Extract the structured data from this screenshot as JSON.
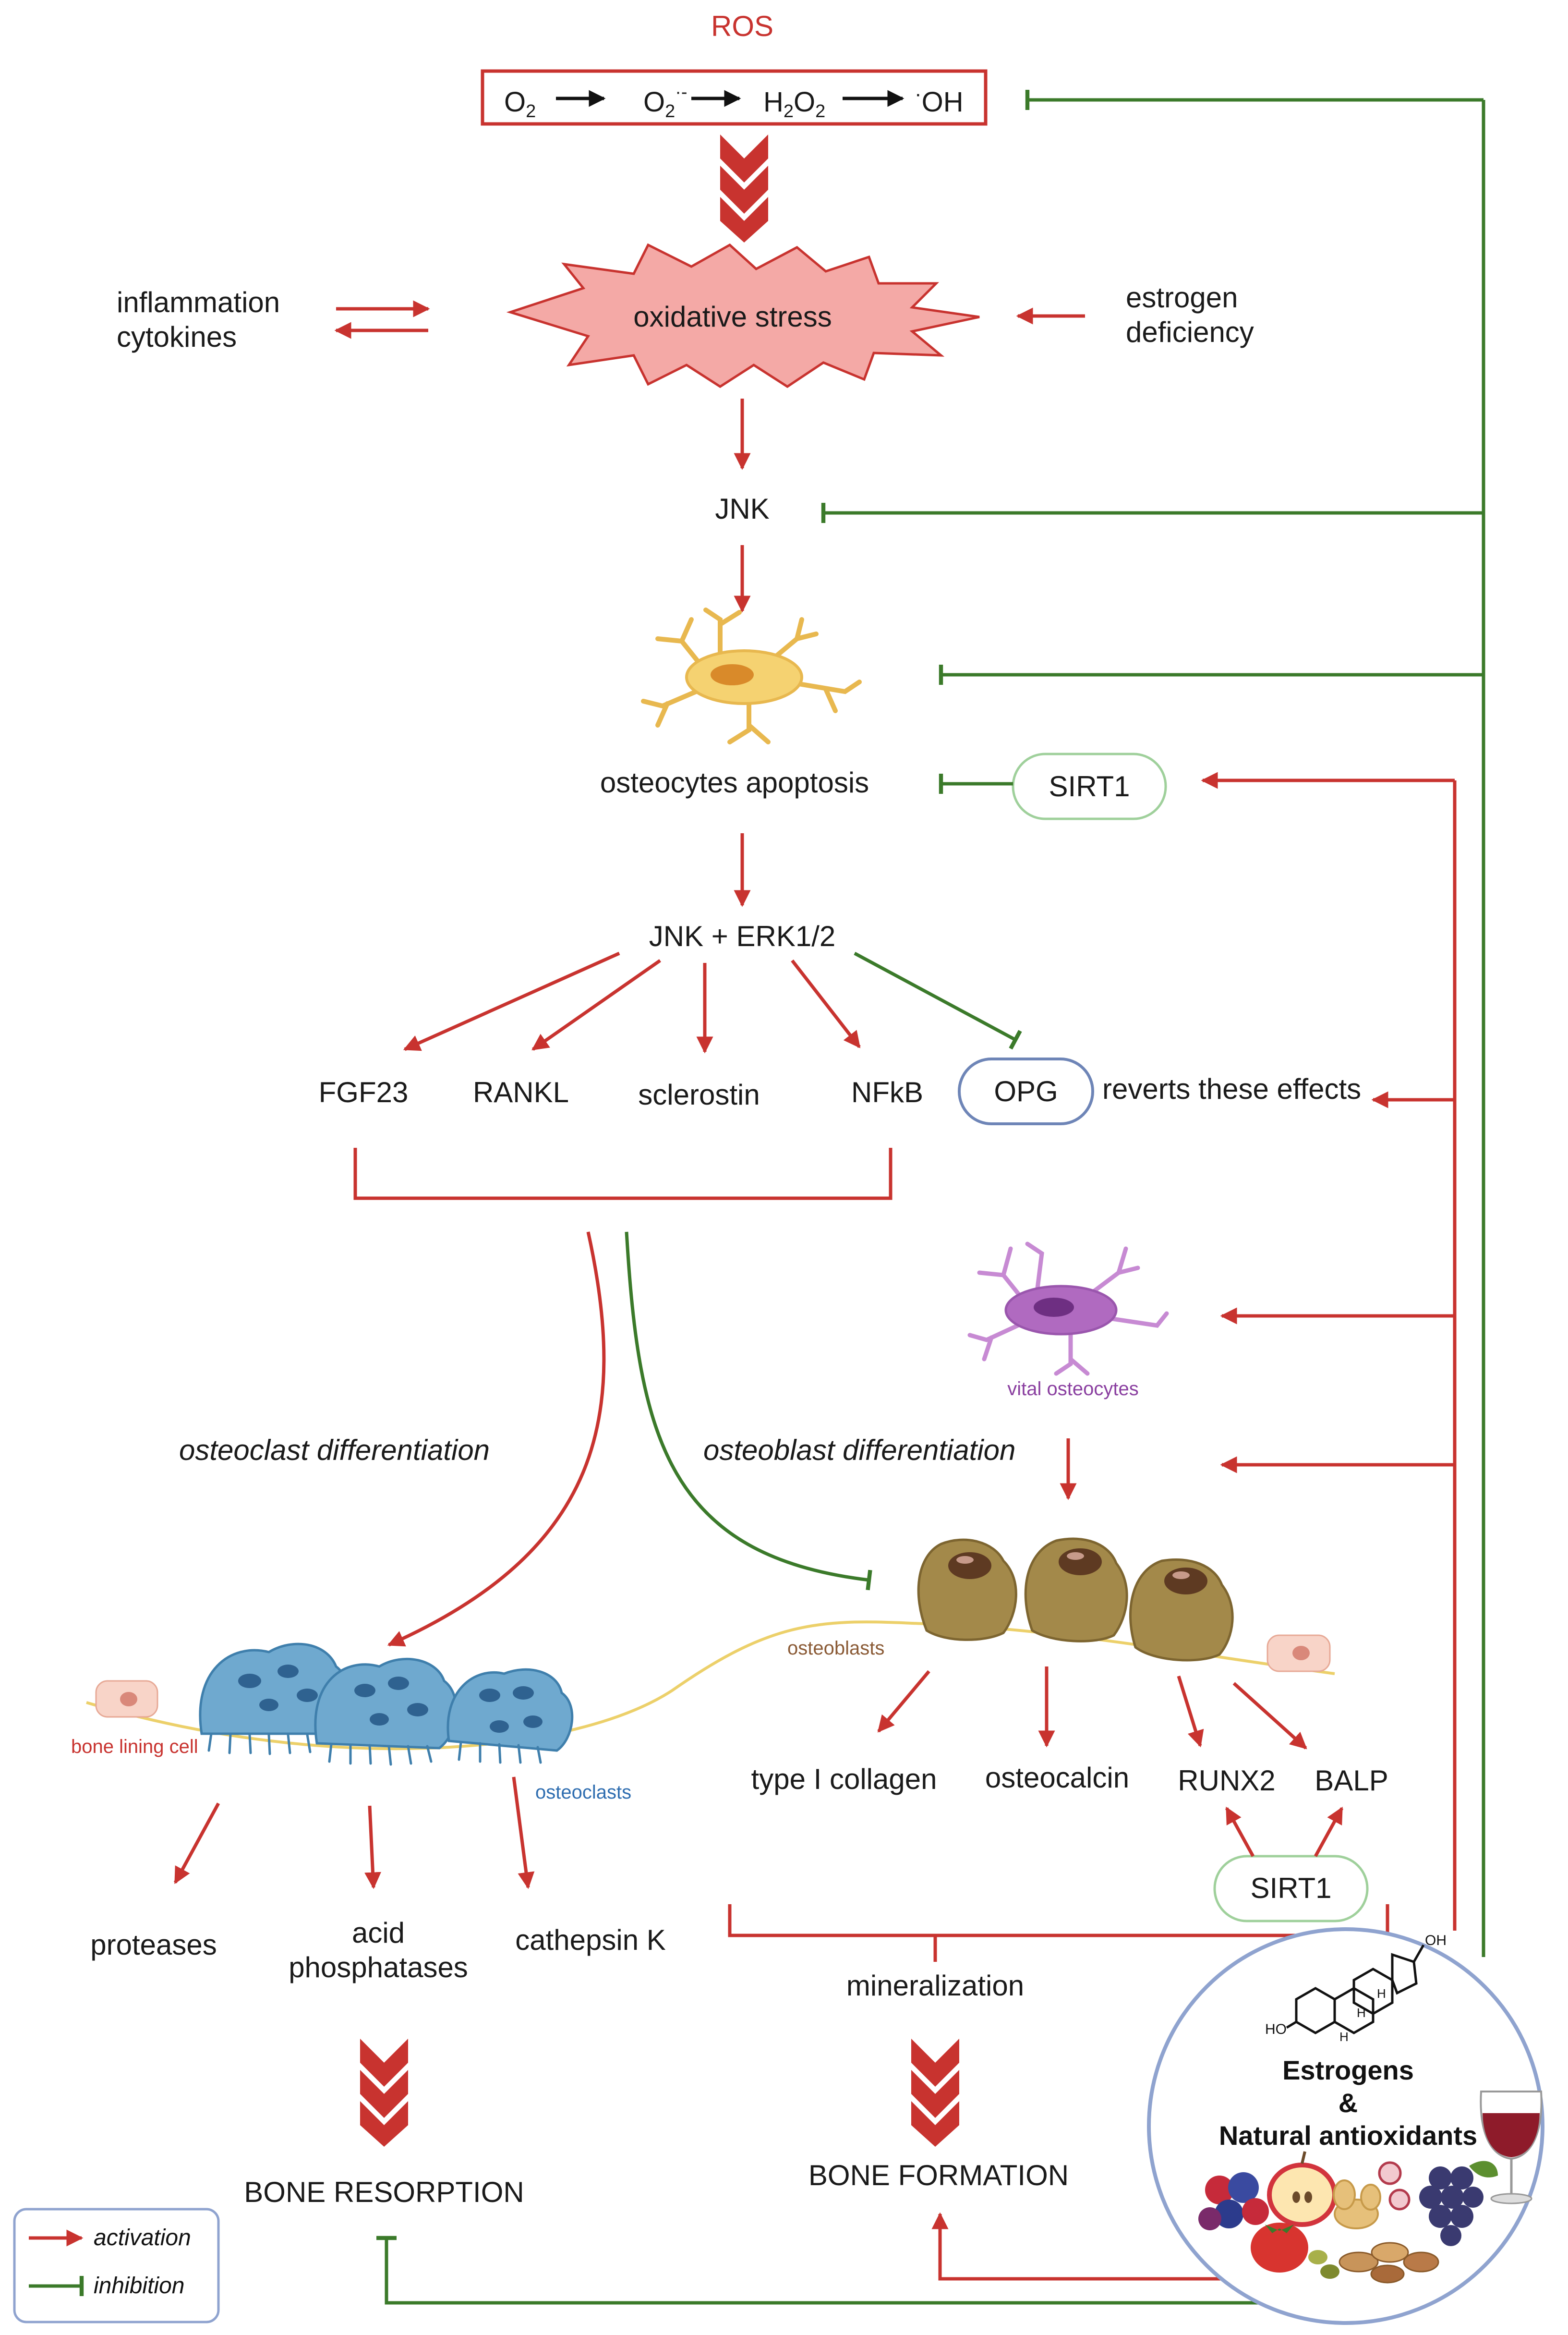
{
  "ros": {
    "title": "ROS",
    "chain": {
      "o2": "O",
      "o2_sub": "2",
      "superoxide": "O",
      "superoxide_sub": "2",
      "superoxide_sup": "·-",
      "h2o2_h": "H",
      "h2o2_sub1": "2",
      "h2o2_o": "O",
      "h2o2_sub2": "2",
      "hydroxyl": "OH",
      "hydroxyl_dot": "·"
    }
  },
  "stress": {
    "label": "oxidative stress",
    "inflammation": [
      "inflammation",
      "cytokines"
    ],
    "estrogen": [
      "estrogen",
      "deficiency"
    ]
  },
  "nodes": {
    "jnk": "JNK",
    "osteocytes_apoptosis": "osteocytes apoptosis",
    "sirt1_top": "SIRT1",
    "jnk_erk": "JNK + ERK1/2",
    "fgf23": "FGF23",
    "rankl": "RANKL",
    "sclerostin": "sclerostin",
    "nfkb": "NFkB",
    "opg": "OPG",
    "reverts": "reverts these effects",
    "vital_osteocytes": "vital osteocytes",
    "osteoclast_diff": "osteoclast differentiation",
    "osteoblast_diff": "osteoblast differentiation",
    "osteoblasts": "osteoblasts",
    "bone_lining_cell": "bone lining cell",
    "osteoclasts": "osteoclasts",
    "type1_collagen": "type I collagen",
    "osteocalcin": "osteocalcin",
    "runx2": "RUNX2",
    "balp": "BALP",
    "sirt1_bottom": "SIRT1",
    "proteases": "proteases",
    "acid_phosphatases": [
      "acid",
      "phosphatases"
    ],
    "cathepsin_k": "cathepsin K",
    "mineralization": "mineralization",
    "bone_resorption": "BONE RESORPTION",
    "bone_formation": "BONE FORMATION"
  },
  "antioxidants": {
    "line1": "Estrogens",
    "line2": "&",
    "line3": "Natural antioxidants",
    "oh_top": "OH",
    "oh_bottom": "HO",
    "h1": "H",
    "h2": "H",
    "h3": "H"
  },
  "legend": {
    "activation": "activation",
    "inhibition": "inhibition"
  },
  "colors": {
    "activation": "#c8332f",
    "inhibition": "#3b7a2a",
    "sirt1_border": "#9fd09b",
    "opg_border": "#6e85b7",
    "reverts_text": "#8fa3cf",
    "vital_text": "#8a3fa0",
    "osteoblast_text": "#8a5a35",
    "osteoclast_text": "#2e6db0",
    "bone_lining_text": "#c8332f",
    "circle_border": "#8fa3cf"
  }
}
